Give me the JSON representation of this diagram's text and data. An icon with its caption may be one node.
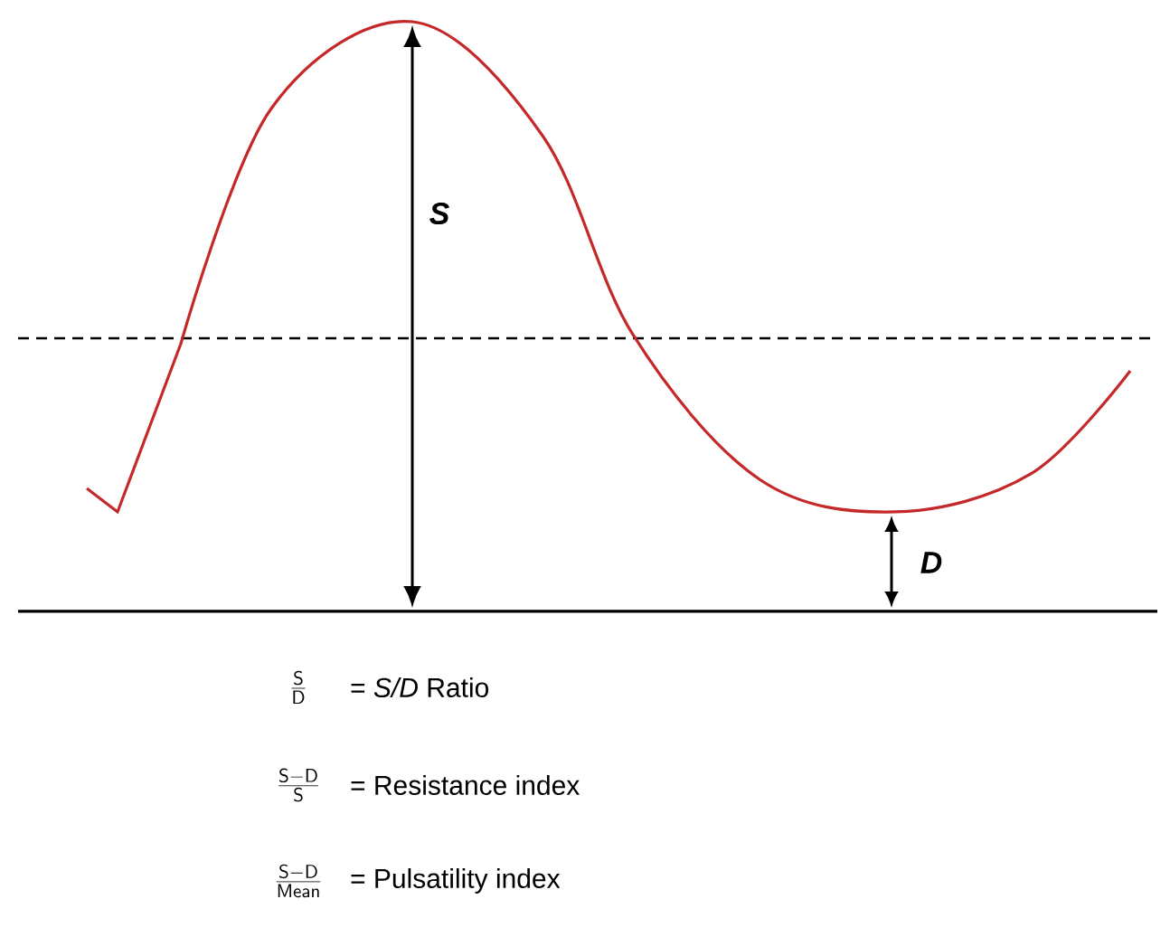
{
  "diagram": {
    "labels": [
      "S",
      "D",
      "\\frac{\\mathsf{S}}{\\mathsf{D}}",
      "= *S/D* Ratio",
      "\\frac{\\mathsf{S-D}}{\\mathsf{S}}",
      "= Resistance index",
      "\\frac{\\mathsf{S-D}}{\\mathsf{Mean}}",
      "= Pulsatility index"
    ]
  }
}
